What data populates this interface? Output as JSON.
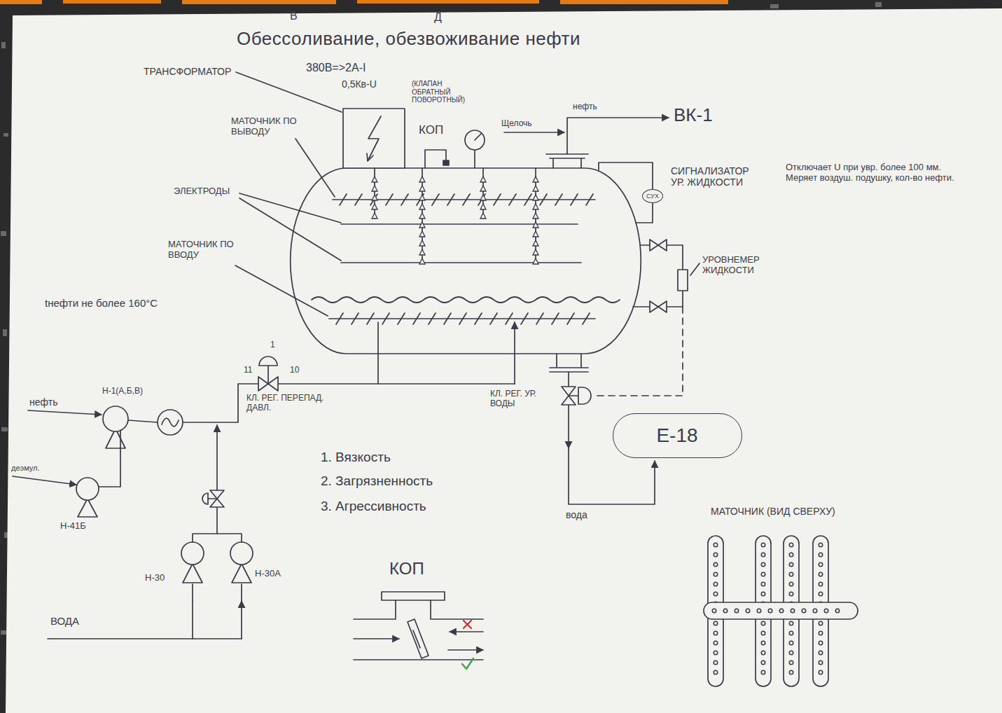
{
  "diagram": {
    "title": "Обессоливание, обезвоживание нефти",
    "nodes": [
      {
        "text": [
          "СУХ"
        ]
      },
      {
        "text": [
          "Е-18"
        ]
      }
    ],
    "labels": [
      "В",
      "Д",
      "ТРАНСФОРМАТОР",
      "380В=>2А-I",
      "0,5Кв-U",
      "(КЛАПАН ОБРАТНЫЙ ПОВОРОТНЫЙ)",
      "КОП",
      "Щелочь",
      "нефть",
      "ВК-1",
      "МАТОЧНИК ПО ВЫВОДУ",
      "ЭЛЕКТРОДЫ",
      "СИГНАЛИЗАТОР УР. ЖИДКОСТИ",
      "Отключает U при увр. более 100 мм. Меряет воздуш. подушку, кол-во нефти.",
      "МАТОЧНИК ПО ВВОДУ",
      "УРОВНЕМЕР ЖИДКОСТИ",
      "tнефти не более 160°С",
      "1",
      "11",
      "10",
      "Н-1(А,Б,В)",
      "нефть",
      "КЛ. РЕГ. ПЕРЕПАД. ДАВЛ.",
      "КЛ. РЕГ. УР. ВОДЫ",
      "деэмул.",
      "1. Вязкость",
      "2. Загрязненность",
      "3. Агрессивность",
      "МАТОЧНИК (ВИД СВЕРХУ)",
      "вода",
      "Н-41Б",
      "КОП",
      "Н-30",
      "Н-30А",
      "ВОДА"
    ]
  }
}
